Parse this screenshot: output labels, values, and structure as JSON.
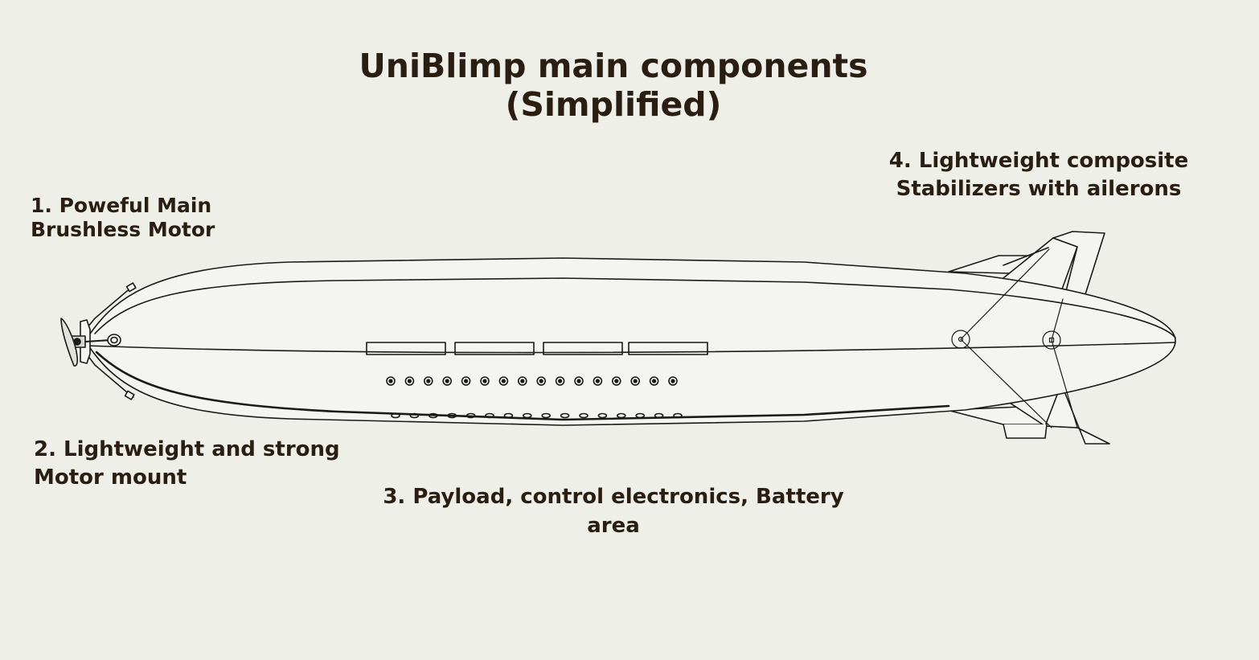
{
  "title": {
    "line1": "UniBlimp main components",
    "line2": "(Simplified)"
  },
  "labels": {
    "motor": {
      "line1": "1. Poweful Main",
      "line2": "Brushless Motor"
    },
    "mount": {
      "line1": "2. Lightweight and strong",
      "line2": "Motor mount"
    },
    "payload": {
      "line1": "3. Payload, control electronics, Battery",
      "line2": "area"
    },
    "stabilizers": {
      "line1": "4. Lightweight composite",
      "line2": "Stabilizers with ailerons"
    }
  },
  "colors": {
    "background": "#efefea",
    "text": "#2a1d12",
    "line": "#1a1a1a",
    "hull_fill": "#f4f4f1"
  }
}
